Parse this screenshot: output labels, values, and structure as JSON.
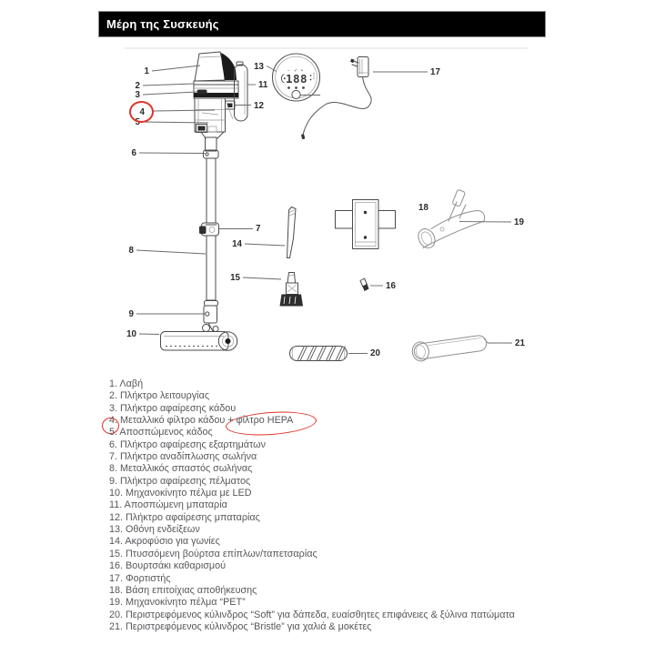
{
  "header": {
    "title": "Μέρη της Συσκευής"
  },
  "diagram": {
    "callouts": [
      "1",
      "2",
      "3",
      "4",
      "5",
      "6",
      "7",
      "8",
      "9",
      "10",
      "11",
      "12",
      "13",
      "14",
      "15",
      "16",
      "17",
      "18",
      "19",
      "20",
      "21"
    ],
    "display": {
      "digits": "188"
    },
    "highlight_color": "#e13327"
  },
  "parts_list": {
    "items": [
      "1. Λαβή",
      "2. Πλήκτρο λειτουργίας",
      "3. Πλήκτρο αφαίρεσης κάδου",
      "4. Μεταλλικό φίλτρο κάδου + φίλτρο HEPA",
      "5. Αποσπώμενος κάδος",
      "6. Πλήκτρο αφαίρεσης εξαρτημάτων",
      "7. Πλήκτρο αναδίπλωσης σωλήνα",
      "8. Μεταλλικός σπαστός σωλήνας",
      "9. Πλήκτρο αφαίρεσης πέλματος",
      "10. Μηχανοκίνητο πέλμα με LED",
      "11. Αποσπώμενη μπαταρία",
      "12. Πλήκτρο αφαίρεσης μπαταρίας",
      "13. Οθόνη ενδείξεων",
      "14. Ακροφύσιο για γωνίες",
      "15. Πτυσσόμενη βούρτσα επίπλων/ταπετσαρίας",
      "16. Βουρτσάκι καθαρισμού",
      "17. Φορτιστής",
      "18. Βάση επιτοίχιας αποθήκευσης",
      "19. Μηχανοκίνητο πέλμα “PET”",
      "20. Περιστρεφόμενος κύλινδρος “Soft” για δάπεδα, ευαίσθητες επιφάνειες & ξύλινα πατώματα",
      "21. Περιστρεφόμενος κύλινδρος “Bristle” για χαλιά & μοκέτες"
    ]
  }
}
